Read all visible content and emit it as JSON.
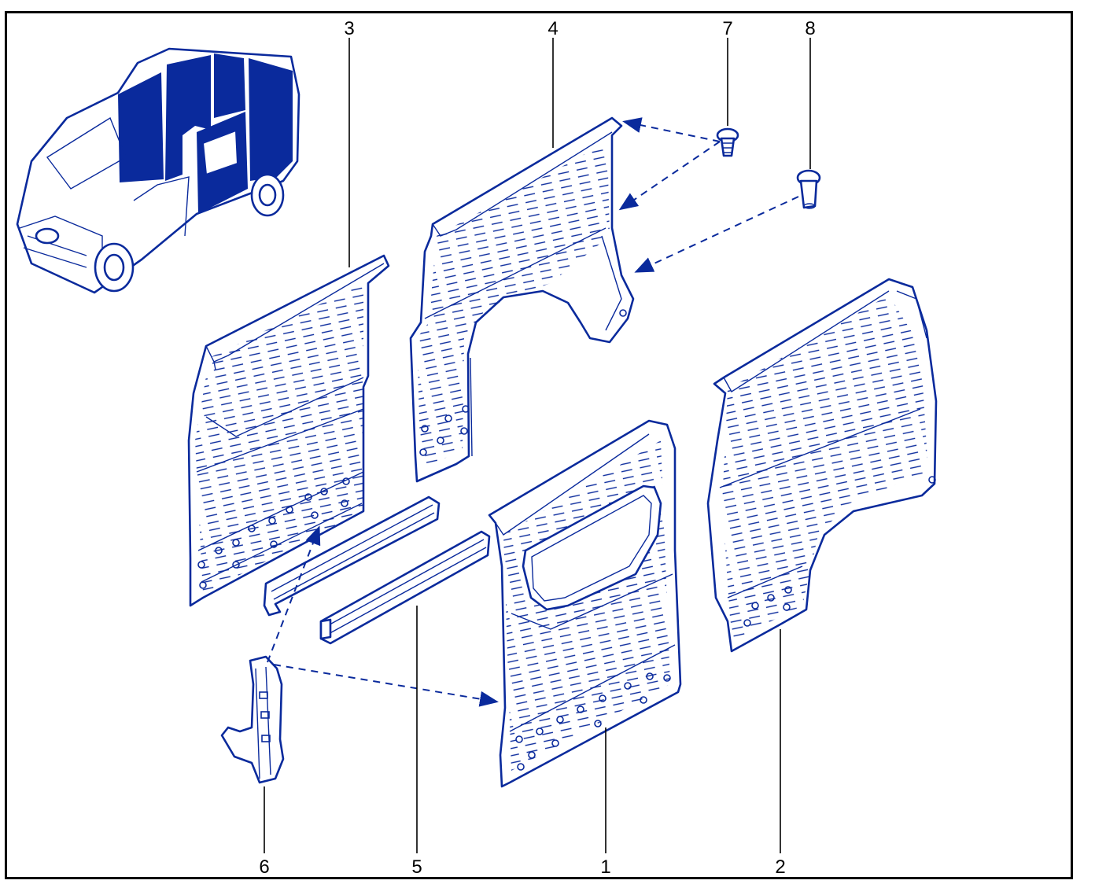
{
  "colors": {
    "line": "#0a2a9c",
    "highlight": "#0a2a9c",
    "callout_text": "#000000",
    "frame": "#000000"
  },
  "callouts": {
    "c1": "1",
    "c2": "2",
    "c3": "3",
    "c4": "4",
    "c5": "5",
    "c6": "6",
    "c7": "7",
    "c8": "8"
  }
}
